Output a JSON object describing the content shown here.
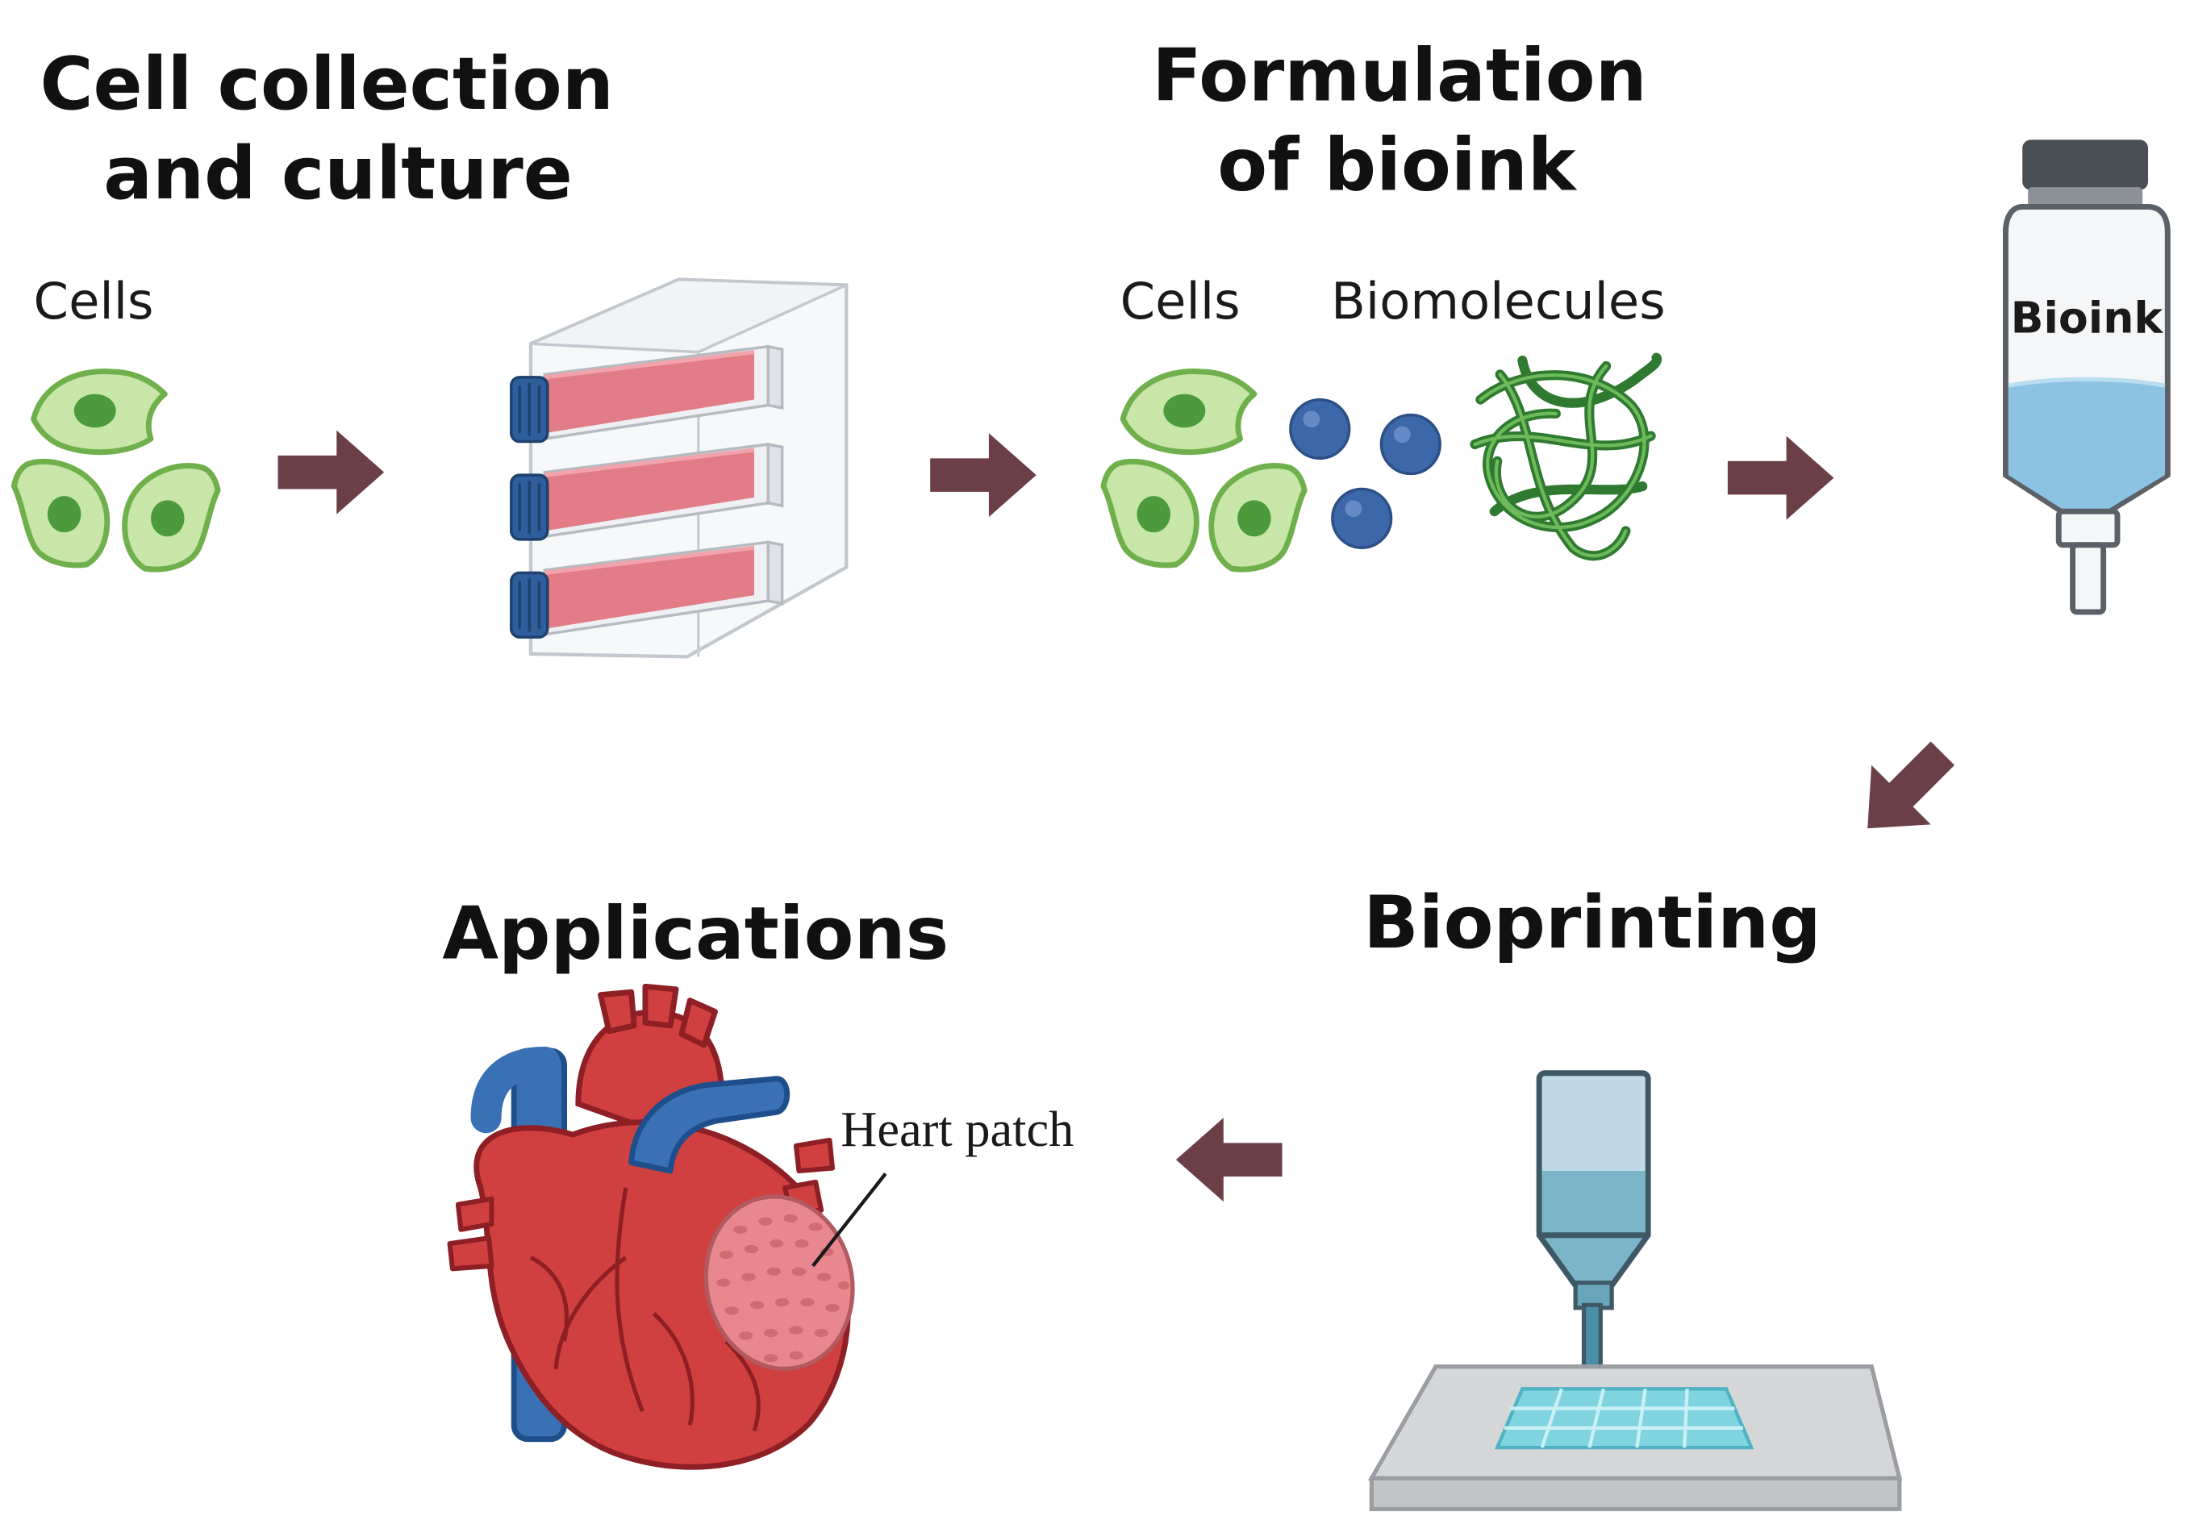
{
  "steps": {
    "cell_collection": {
      "title_line1": "Cell collection",
      "title_line2": "and culture",
      "cells_label": "Cells"
    },
    "formulation": {
      "title_line1": "Formulation",
      "title_line2": "of bioink",
      "cells_label": "Cells",
      "biomolecules_label": "Biomolecules"
    },
    "bottle": {
      "label": "Bioink"
    },
    "bioprinting": {
      "title": "Bioprinting"
    },
    "applications": {
      "title": "Applications",
      "callout": "Heart patch"
    }
  },
  "icons": [
    "cell-icon",
    "culture-flask-icon",
    "biomolecule-sphere-icon",
    "protein-fiber-icon",
    "bioink-bottle-icon",
    "bioprinter-nozzle-icon",
    "print-bed-icon",
    "heart-icon",
    "heart-patch-icon",
    "arrow-icon"
  ],
  "colors": {
    "arrow": "#6b3f48",
    "cell_fill": "#c8e6a8",
    "cell_outline": "#6fb04c",
    "nucleus": "#4c9a3c",
    "flask_medium": "#e27c86",
    "flask_cap": "#2f5e9c",
    "biomolecule": "#3c67a8",
    "fiber": "#3a8a3a",
    "bioink": "#8cc3e3",
    "bottle_cap": "#4a4f55",
    "heart_red": "#d04040",
    "vessel_blue": "#3a70b4",
    "patch": "#e8888e",
    "print_grid": "#7fd4e0",
    "print_bed": "#d4d6d8"
  }
}
